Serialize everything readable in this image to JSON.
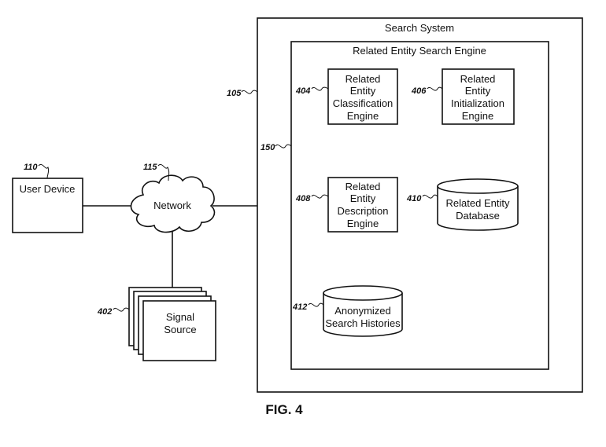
{
  "figure_label": "FIG. 4",
  "search_system": {
    "title": "Search System",
    "ref": "105"
  },
  "engine": {
    "title": "Related Entity Search Engine",
    "ref": "150"
  },
  "classification_engine": {
    "lines": [
      "Related",
      "Entity",
      "Classification",
      "Engine"
    ],
    "ref": "404"
  },
  "initialization_engine": {
    "lines": [
      "Related",
      "Entity",
      "Initialization",
      "Engine"
    ],
    "ref": "406"
  },
  "description_engine": {
    "lines": [
      "Related",
      "Entity",
      "Description",
      "Engine"
    ],
    "ref": "408"
  },
  "entity_database": {
    "lines": [
      "Related Entity",
      "Database"
    ],
    "ref": "410"
  },
  "search_histories": {
    "lines": [
      "Anonymized",
      "Search Histories"
    ],
    "ref": "412"
  },
  "user_device": {
    "label": "User Device",
    "ref": "110"
  },
  "network": {
    "label": "Network",
    "ref": "115"
  },
  "signal_source": {
    "lines": [
      "Signal",
      "Source"
    ],
    "ref": "402"
  }
}
